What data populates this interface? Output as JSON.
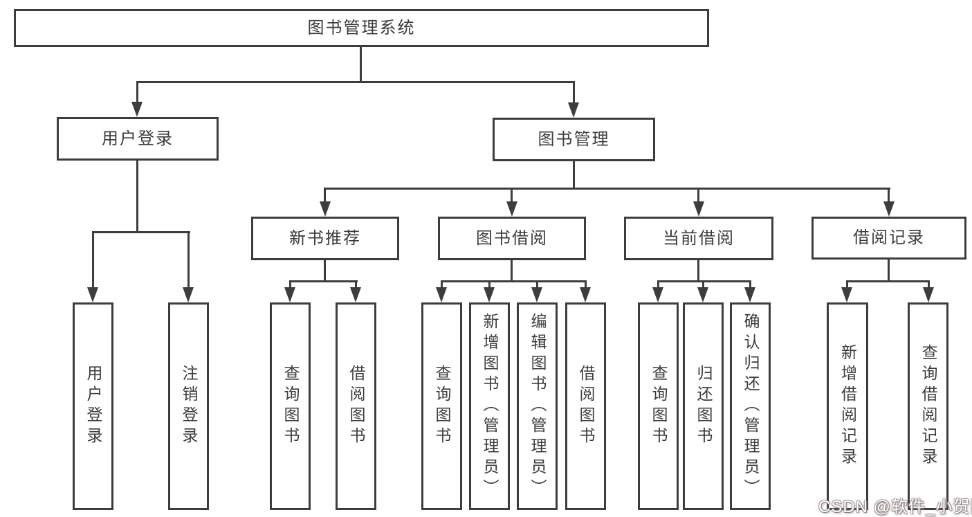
{
  "tree": {
    "label": "图书管理系统",
    "children": [
      {
        "label": "用户登录",
        "children": [
          {
            "label": "用户登录"
          },
          {
            "label": "注销登录"
          }
        ]
      },
      {
        "label": "图书管理",
        "children": [
          {
            "label": "新书推荐",
            "children": [
              {
                "label": "查询图书"
              },
              {
                "label": "借阅图书"
              }
            ]
          },
          {
            "label": "图书借阅",
            "children": [
              {
                "label": "查询图书"
              },
              {
                "label": "新增图书（管理员）"
              },
              {
                "label": "编辑图书（管理员）"
              },
              {
                "label": "借阅图书"
              }
            ]
          },
          {
            "label": "当前借阅",
            "children": [
              {
                "label": "查询图书"
              },
              {
                "label": "归还图书"
              },
              {
                "label": "确认归还（管理员）"
              }
            ]
          },
          {
            "label": "借阅记录",
            "children": [
              {
                "label": "新增借阅记录"
              },
              {
                "label": "查询借阅记录"
              }
            ]
          }
        ]
      }
    ]
  },
  "watermark": {
    "text": "CSDN @软件_小贺同学"
  },
  "colors": {
    "line": "#3d3d3f",
    "text": "#3c3c40",
    "background": "#ffffff",
    "watermark": "#ffffff"
  }
}
